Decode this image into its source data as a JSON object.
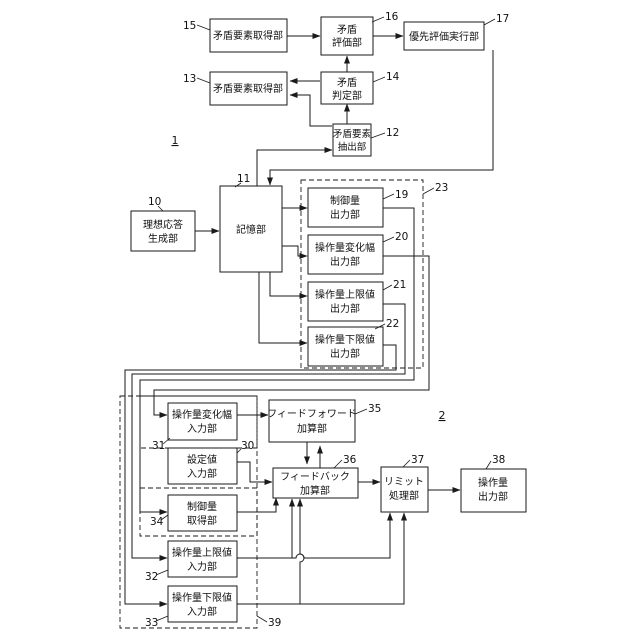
{
  "system_labels": {
    "system1": "1",
    "system2": "2"
  },
  "blocks": {
    "b10": {
      "line1": "理想応答",
      "line2": "生成部",
      "ref": "10"
    },
    "b11": {
      "line1": "記憶部",
      "ref": "11"
    },
    "b12": {
      "line1": "矛盾要素",
      "line2": "抽出部",
      "ref": "12"
    },
    "b13": {
      "line1": "矛盾要素取得部",
      "ref": "13"
    },
    "b14": {
      "line1": "矛盾",
      "line2": "判定部",
      "ref": "14"
    },
    "b15": {
      "line1": "矛盾要素取得部",
      "ref": "15"
    },
    "b16": {
      "line1": "矛盾",
      "line2": "評価部",
      "ref": "16"
    },
    "b17": {
      "line1": "優先評価実行部",
      "ref": "17"
    },
    "b19": {
      "line1": "制御量",
      "line2": "出力部",
      "ref": "19"
    },
    "b20": {
      "line1": "操作量変化幅",
      "line2": "出力部",
      "ref": "20"
    },
    "b21": {
      "line1": "操作量上限値",
      "line2": "出力部",
      "ref": "21"
    },
    "b22": {
      "line1": "操作量下限値",
      "line2": "出力部",
      "ref": "22"
    },
    "g23": {
      "ref": "23"
    },
    "b30": {
      "line1": "設定値",
      "line2": "入力部",
      "ref": "30"
    },
    "b31": {
      "line1": "操作量変化幅",
      "line2": "入力部",
      "ref": "31"
    },
    "b32": {
      "line1": "操作量上限値",
      "line2": "入力部",
      "ref": "32"
    },
    "b33": {
      "line1": "操作量下限値",
      "line2": "入力部",
      "ref": "33"
    },
    "b34": {
      "line1": "制御量",
      "line2": "取得部",
      "ref": "34"
    },
    "b35": {
      "line1": "フィードフォワード",
      "line2": "加算部",
      "ref": "35"
    },
    "b36": {
      "line1": "フィードバック",
      "line2": "加算部",
      "ref": "36"
    },
    "b37": {
      "line1": "リミット",
      "line2": "処理部",
      "ref": "37"
    },
    "b38": {
      "line1": "操作量",
      "line2": "出力部",
      "ref": "38"
    },
    "g39": {
      "ref": "39"
    }
  }
}
